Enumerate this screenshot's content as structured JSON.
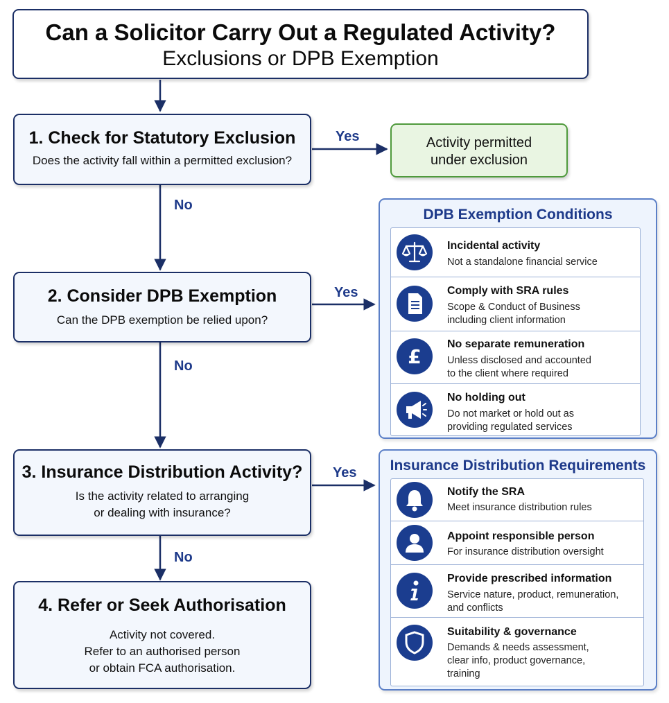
{
  "title": {
    "main": "Can a Solicitor Carry Out a Regulated Activity?",
    "sub": "Exclusions or DPB Exemption"
  },
  "steps": [
    {
      "title": "1. Check for Statutory Exclusion",
      "question": "Does the activity fall within a permitted exclusion?"
    },
    {
      "title": "2. Consider DPB Exemption",
      "question": "Can the DPB exemption be relied upon?"
    },
    {
      "title": "3. Insurance Distribution Activity?",
      "question": "Is the activity related to arranging\nor dealing with insurance?"
    },
    {
      "title": "4. Refer or Seek Authorisation",
      "question": "Activity not covered.\nRefer to an authorised person\nor obtain FCA authorisation."
    }
  ],
  "labels": {
    "yes": "Yes",
    "no": "No"
  },
  "permitted": "Activity permitted\nunder exclusion",
  "dpb_panel": {
    "title": "DPB Exemption Conditions",
    "items": [
      {
        "icon": "scales-icon",
        "title": "Incidental activity",
        "desc": "Not a standalone financial service"
      },
      {
        "icon": "document-icon",
        "title": "Comply with SRA rules",
        "desc": "Scope & Conduct of Business\nincluding client information"
      },
      {
        "icon": "pound-icon",
        "title": "No separate remuneration",
        "desc": "Unless disclosed and accounted\nto the client where required"
      },
      {
        "icon": "megaphone-icon",
        "title": "No holding out",
        "desc": "Do not market or hold out as\nproviding regulated services"
      }
    ]
  },
  "insurance_panel": {
    "title": "Insurance Distribution Requirements",
    "items": [
      {
        "icon": "bell-icon",
        "title": "Notify the SRA",
        "desc": "Meet insurance distribution rules"
      },
      {
        "icon": "person-icon",
        "title": "Appoint responsible person",
        "desc": "For insurance distribution oversight"
      },
      {
        "icon": "info-icon",
        "title": "Provide prescribed information",
        "desc": "Service nature, product, remuneration,\nand conflicts"
      },
      {
        "icon": "shield-icon",
        "title": "Suitability & governance",
        "desc": "Demands & needs assessment,\nclear info, product governance,\ntraining"
      }
    ]
  },
  "colors": {
    "navy": "#1b2f66",
    "accent": "#1e3a8a",
    "green": "#4f9a3c",
    "panel": "#eef4fd"
  }
}
